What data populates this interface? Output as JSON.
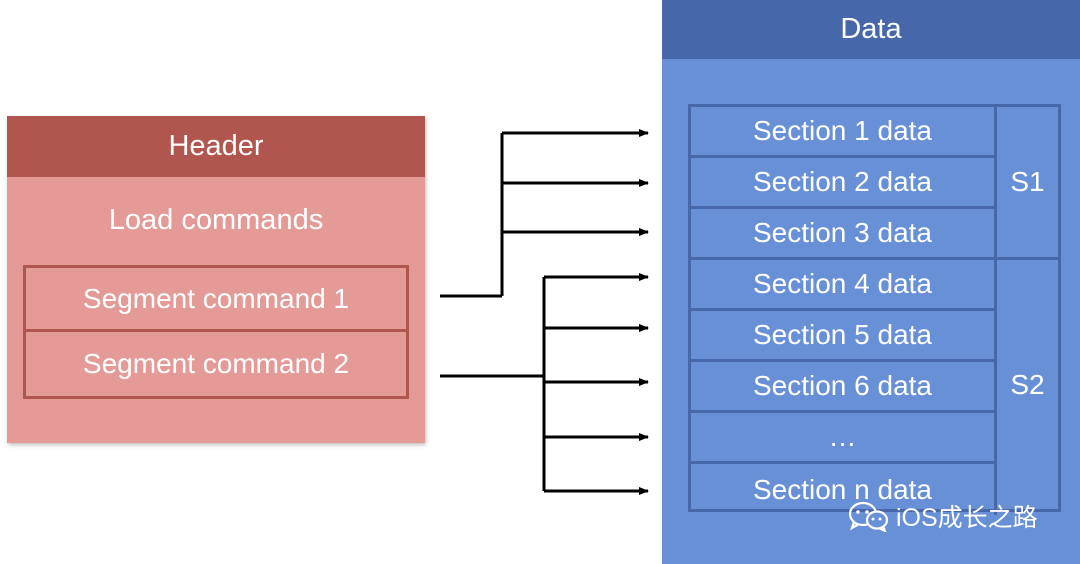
{
  "left": {
    "header": "Header",
    "load_commands": "Load commands",
    "segment_commands": [
      "Segment command 1",
      "Segment command 2"
    ]
  },
  "right": {
    "header": "Data",
    "sections": [
      "Section 1 data",
      "Section 2 data",
      "Section 3 data",
      "Section 4 data",
      "Section 5 data",
      "Section 6 data",
      "…",
      "Section n data"
    ],
    "segments": [
      {
        "label": "S1",
        "sections": [
          "Section 1 data",
          "Section 2 data",
          "Section 3 data"
        ]
      },
      {
        "label": "S2",
        "sections": [
          "Section 4 data",
          "Section 5 data",
          "Section 6 data",
          "…",
          "Section n data"
        ]
      }
    ]
  },
  "watermark": {
    "icon": "wechat-icon",
    "text": "iOS成长之路"
  },
  "colors": {
    "header_red": "#b1554f",
    "block_red": "#e49b98",
    "header_blue": "#4668aa",
    "block_blue": "#6790d6"
  }
}
